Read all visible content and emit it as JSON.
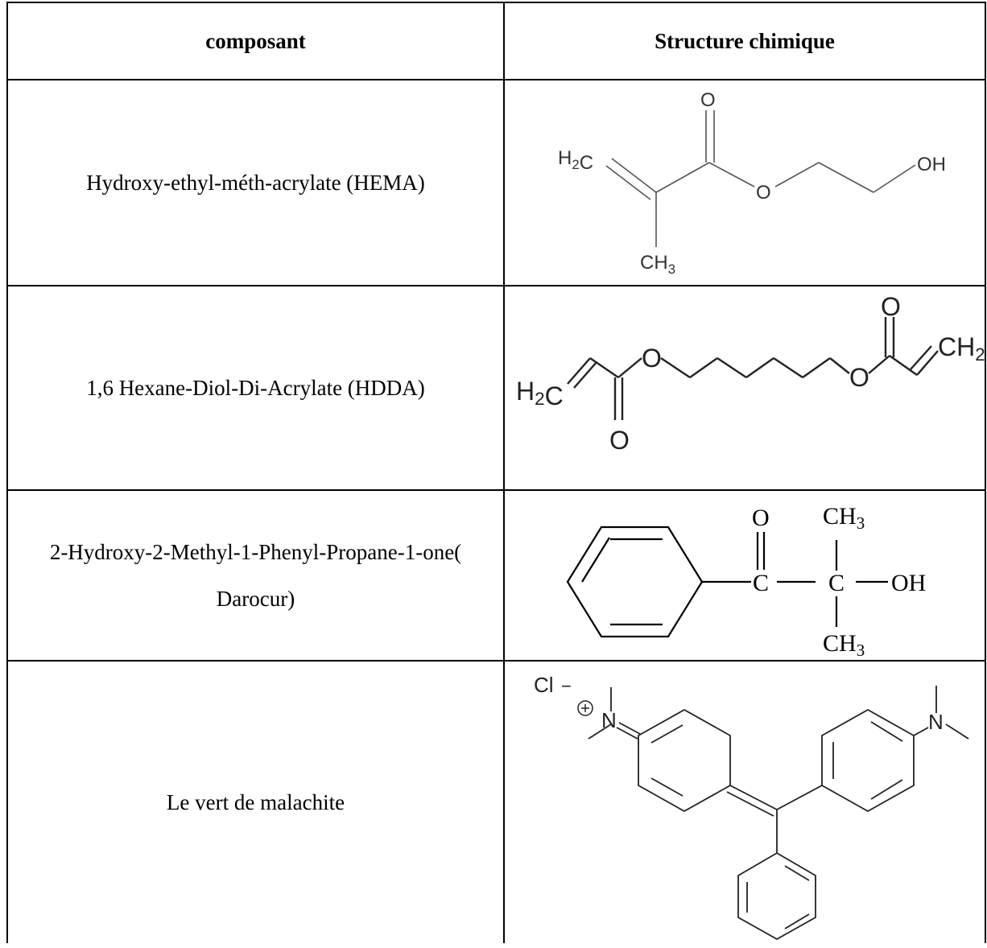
{
  "table": {
    "headers": {
      "component": "composant",
      "structure": "Structure chimique"
    },
    "rows": [
      {
        "name": "Hydroxy-ethyl-méth-acrylate  (HEMA)",
        "labels": {
          "h2c": "H2C",
          "o_top": "O",
          "o_ester": "O",
          "oh": "OH",
          "ch3": "CH3"
        }
      },
      {
        "name": "1,6 Hexane-Diol-Di-Acrylate (HDDA)",
        "labels": {
          "h2c": "H2C",
          "o1": "O",
          "o_bottom": "O",
          "o2": "O",
          "o_top": "O",
          "ch2": "CH2"
        }
      },
      {
        "name": "2-Hydroxy-2-Methyl-1-Phenyl-Propane-1-one( Darocur)",
        "labels": {
          "o": "O",
          "ch3_top": "CH3",
          "c1": "C",
          "c2": "C",
          "oh": "OH",
          "ch3_bottom": "CH3"
        }
      },
      {
        "name": "Le vert de malachite",
        "labels": {
          "cl": "Cl",
          "n_left": "N",
          "n_right": "N"
        }
      }
    ]
  }
}
